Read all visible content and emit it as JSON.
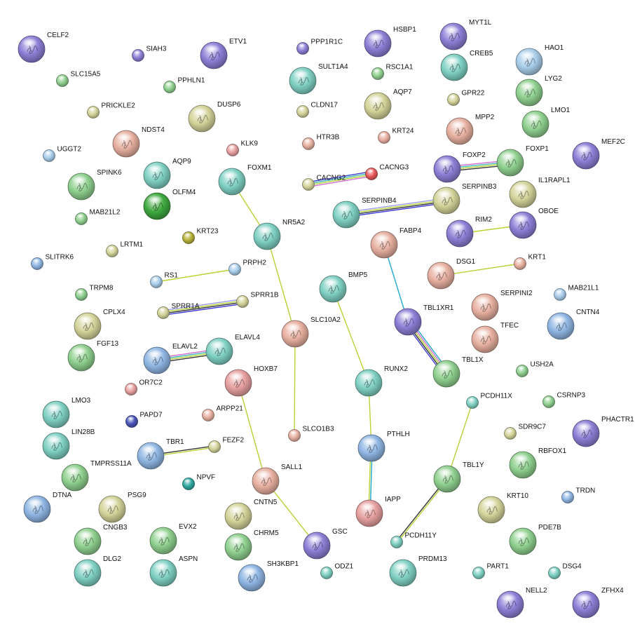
{
  "colors": {
    "purple": "#8c7fd6",
    "teal": "#7fd0c3",
    "green": "#8fd08f",
    "olive": "#d3d39a",
    "salmon": "#e7b0a0",
    "blue": "#8fb6e3",
    "red": "#e85a5a",
    "darkgreen": "#3fa93f",
    "navy": "#4a55b8",
    "darkolive": "#b8b23a",
    "darkteal": "#2fa8a0",
    "lightblue": "#a9cdea",
    "rose": "#e7a0a0"
  },
  "nodes": [
    {
      "id": "CELF2",
      "label": "CELF2",
      "color": "purple",
      "big": true
    },
    {
      "id": "SIAH3",
      "label": "SIAH3",
      "color": "purple",
      "big": false
    },
    {
      "id": "ETV1",
      "label": "ETV1",
      "color": "purple",
      "big": true
    },
    {
      "id": "PPP1R1C",
      "label": "PPP1R1C",
      "color": "purple",
      "big": false
    },
    {
      "id": "HSBP1",
      "label": "HSBP1",
      "color": "purple",
      "big": true
    },
    {
      "id": "MYT1L",
      "label": "MYT1L",
      "color": "purple",
      "big": true
    },
    {
      "id": "SLC15A5",
      "label": "SLC15A5",
      "color": "green",
      "big": false
    },
    {
      "id": "PPHLN1",
      "label": "PPHLN1",
      "color": "green",
      "big": false
    },
    {
      "id": "SULT1A4",
      "label": "SULT1A4",
      "color": "teal",
      "big": true
    },
    {
      "id": "RSC1A1",
      "label": "RSC1A1",
      "color": "green",
      "big": false
    },
    {
      "id": "CREB5",
      "label": "CREB5",
      "color": "teal",
      "big": true
    },
    {
      "id": "HAO1",
      "label": "HAO1",
      "color": "lightblue",
      "big": true
    },
    {
      "id": "PRICKLE2",
      "label": "PRICKLE2",
      "color": "olive",
      "big": false
    },
    {
      "id": "DUSP6",
      "label": "DUSP6",
      "color": "olive",
      "big": true
    },
    {
      "id": "CLDN17",
      "label": "CLDN17",
      "color": "olive",
      "big": false
    },
    {
      "id": "AQP7",
      "label": "AQP7",
      "color": "olive",
      "big": true
    },
    {
      "id": "GPR22",
      "label": "GPR22",
      "color": "olive",
      "big": false
    },
    {
      "id": "LYG2",
      "label": "LYG2",
      "color": "green",
      "big": true
    },
    {
      "id": "NDST4",
      "label": "NDST4",
      "color": "salmon",
      "big": true
    },
    {
      "id": "HTR3B",
      "label": "HTR3B",
      "color": "salmon",
      "big": false
    },
    {
      "id": "KRT24",
      "label": "KRT24",
      "color": "salmon",
      "big": false
    },
    {
      "id": "MPP2",
      "label": "MPP2",
      "color": "salmon",
      "big": true
    },
    {
      "id": "LMO1",
      "label": "LMO1",
      "color": "green",
      "big": true
    },
    {
      "id": "UGGT2",
      "label": "UGGT2",
      "color": "lightblue",
      "big": false
    },
    {
      "id": "KLK9",
      "label": "KLK9",
      "color": "rose",
      "big": false
    },
    {
      "id": "MEF2C",
      "label": "MEF2C",
      "color": "purple",
      "big": true
    },
    {
      "id": "AQP9",
      "label": "AQP9",
      "color": "teal",
      "big": true
    },
    {
      "id": "FOXM1",
      "label": "FOXM1",
      "color": "teal",
      "big": true
    },
    {
      "id": "FOXP2",
      "label": "FOXP2",
      "color": "purple",
      "big": true
    },
    {
      "id": "FOXP1",
      "label": "FOXP1",
      "color": "green",
      "big": true
    },
    {
      "id": "SPINK6",
      "label": "SPINK6",
      "color": "green",
      "big": true
    },
    {
      "id": "CACNG2",
      "label": "CACNG2",
      "color": "olive",
      "big": false
    },
    {
      "id": "CACNG3",
      "label": "CACNG3",
      "color": "red",
      "big": false
    },
    {
      "id": "OLFM4",
      "label": "OLFM4",
      "color": "darkgreen",
      "big": true
    },
    {
      "id": "IL1RAPL1",
      "label": "IL1RAPL1",
      "color": "olive",
      "big": true
    },
    {
      "id": "SERPINB3",
      "label": "SERPINB3",
      "color": "olive",
      "big": true
    },
    {
      "id": "MAB21L2",
      "label": "MAB21L2",
      "color": "green",
      "big": false
    },
    {
      "id": "SERPINB4",
      "label": "SERPINB4",
      "color": "teal",
      "big": true
    },
    {
      "id": "NR5A2",
      "label": "NR5A2",
      "color": "teal",
      "big": true
    },
    {
      "id": "KRT23",
      "label": "KRT23",
      "color": "darkolive",
      "big": false
    },
    {
      "id": "OBOE",
      "label": "OBOE",
      "color": "purple",
      "big": true
    },
    {
      "id": "RIM2",
      "label": "RIM2",
      "color": "purple",
      "big": true
    },
    {
      "id": "LRTM1",
      "label": "LRTM1",
      "color": "olive",
      "big": false
    },
    {
      "id": "FABP4",
      "label": "FABP4",
      "color": "salmon",
      "big": true
    },
    {
      "id": "SLITRK6",
      "label": "SLITRK6",
      "color": "blue",
      "big": false
    },
    {
      "id": "RS1",
      "label": "RS1",
      "color": "lightblue",
      "big": false
    },
    {
      "id": "PRPH2",
      "label": "PRPH2",
      "color": "lightblue",
      "big": false
    },
    {
      "id": "DSG1",
      "label": "DSG1",
      "color": "salmon",
      "big": true
    },
    {
      "id": "KRT1",
      "label": "KRT1",
      "color": "salmon",
      "big": false
    },
    {
      "id": "BMP5",
      "label": "BMP5",
      "color": "teal",
      "big": true
    },
    {
      "id": "TRPM8",
      "label": "TRPM8",
      "color": "green",
      "big": false
    },
    {
      "id": "SPRR1B",
      "label": "SPRR1B",
      "color": "olive",
      "big": false
    },
    {
      "id": "MAB21L1",
      "label": "MAB21L1",
      "color": "lightblue",
      "big": false
    },
    {
      "id": "SERPINI2",
      "label": "SERPINI2",
      "color": "salmon",
      "big": true
    },
    {
      "id": "SPRR1A",
      "label": "SPRR1A",
      "color": "olive",
      "big": false
    },
    {
      "id": "TBL1XR1",
      "label": "TBL1XR1",
      "color": "purple",
      "big": true
    },
    {
      "id": "CPLX4",
      "label": "CPLX4",
      "color": "olive",
      "big": true
    },
    {
      "id": "CNTN4",
      "label": "CNTN4",
      "color": "blue",
      "big": true
    },
    {
      "id": "SLC10A2",
      "label": "SLC10A2",
      "color": "salmon",
      "big": true
    },
    {
      "id": "TFEC",
      "label": "TFEC",
      "color": "salmon",
      "big": true
    },
    {
      "id": "FGF13",
      "label": "FGF13",
      "color": "green",
      "big": true
    },
    {
      "id": "ELAVL4",
      "label": "ELAVL4",
      "color": "teal",
      "big": true
    },
    {
      "id": "ELAVL2",
      "label": "ELAVL2",
      "color": "blue",
      "big": true
    },
    {
      "id": "TBL1X",
      "label": "TBL1X",
      "color": "green",
      "big": true
    },
    {
      "id": "USH2A",
      "label": "USH2A",
      "color": "green",
      "big": false
    },
    {
      "id": "RUNX2",
      "label": "RUNX2",
      "color": "teal",
      "big": true
    },
    {
      "id": "HOXB7",
      "label": "HOXB7",
      "color": "rose",
      "big": true
    },
    {
      "id": "OR7C2",
      "label": "OR7C2",
      "color": "rose",
      "big": false
    },
    {
      "id": "PCDH11X",
      "label": "PCDH11X",
      "color": "teal",
      "big": false
    },
    {
      "id": "CSRNP3",
      "label": "CSRNP3",
      "color": "green",
      "big": false
    },
    {
      "id": "LMO3",
      "label": "LMO3",
      "color": "teal",
      "big": true
    },
    {
      "id": "ARPP21",
      "label": "ARPP21",
      "color": "salmon",
      "big": false
    },
    {
      "id": "PAPD7",
      "label": "PAPD7",
      "color": "navy",
      "big": false
    },
    {
      "id": "SDR9C7",
      "label": "SDR9C7",
      "color": "olive",
      "big": false
    },
    {
      "id": "PHACTR1",
      "label": "PHACTR1",
      "color": "purple",
      "big": true
    },
    {
      "id": "LIN28B",
      "label": "LIN28B",
      "color": "teal",
      "big": true
    },
    {
      "id": "SLCO1B3",
      "label": "SLCO1B3",
      "color": "salmon",
      "big": false
    },
    {
      "id": "FEZF2",
      "label": "FEZF2",
      "color": "olive",
      "big": false
    },
    {
      "id": "TBR1",
      "label": "TBR1",
      "color": "blue",
      "big": true
    },
    {
      "id": "PTHLH",
      "label": "PTHLH",
      "color": "blue",
      "big": true
    },
    {
      "id": "RBFOX1",
      "label": "RBFOX1",
      "color": "green",
      "big": true
    },
    {
      "id": "TMPRSS11A",
      "label": "TMPRSS11A",
      "color": "green",
      "big": true
    },
    {
      "id": "NPVF",
      "label": "NPVF",
      "color": "darkteal",
      "big": false
    },
    {
      "id": "SALL1",
      "label": "SALL1",
      "color": "salmon",
      "big": true
    },
    {
      "id": "TBL1Y",
      "label": "TBL1Y",
      "color": "green",
      "big": true
    },
    {
      "id": "TRDN",
      "label": "TRDN",
      "color": "blue",
      "big": false
    },
    {
      "id": "DTNA",
      "label": "DTNA",
      "color": "blue",
      "big": true
    },
    {
      "id": "PSG9",
      "label": "PSG9",
      "color": "olive",
      "big": true
    },
    {
      "id": "IAPP",
      "label": "IAPP",
      "color": "rose",
      "big": true
    },
    {
      "id": "KRT10",
      "label": "KRT10",
      "color": "olive",
      "big": true
    },
    {
      "id": "CNTN5",
      "label": "CNTN5",
      "color": "olive",
      "big": true
    },
    {
      "id": "CNGB3",
      "label": "CNGB3",
      "color": "green",
      "big": true
    },
    {
      "id": "EVX2",
      "label": "EVX2",
      "color": "green",
      "big": true
    },
    {
      "id": "CHRM5",
      "label": "CHRM5",
      "color": "green",
      "big": true
    },
    {
      "id": "GSC",
      "label": "GSC",
      "color": "purple",
      "big": true
    },
    {
      "id": "PCDH11Y",
      "label": "PCDH11Y",
      "color": "teal",
      "big": false
    },
    {
      "id": "PDE7B",
      "label": "PDE7B",
      "color": "green",
      "big": true
    },
    {
      "id": "DLG2",
      "label": "DLG2",
      "color": "teal",
      "big": true
    },
    {
      "id": "ASPN",
      "label": "ASPN",
      "color": "teal",
      "big": true
    },
    {
      "id": "SH3KBP1",
      "label": "SH3KBP1",
      "color": "blue",
      "big": true
    },
    {
      "id": "ODZ1",
      "label": "ODZ1",
      "color": "teal",
      "big": false
    },
    {
      "id": "PRDM13",
      "label": "PRDM13",
      "color": "teal",
      "big": true
    },
    {
      "id": "PART1",
      "label": "PART1",
      "color": "teal",
      "big": false
    },
    {
      "id": "DSG4",
      "label": "DSG4",
      "color": "teal",
      "big": false
    },
    {
      "id": "NELL2",
      "label": "NELL2",
      "color": "purple",
      "big": true
    },
    {
      "id": "ZFHX4",
      "label": "ZFHX4",
      "color": "purple",
      "big": true
    }
  ],
  "edges": [
    {
      "a": "FOXM1",
      "b": "NR5A2",
      "colors": [
        "#b5d334"
      ]
    },
    {
      "a": "NR5A2",
      "b": "SLC10A2",
      "colors": [
        "#b5d334"
      ]
    },
    {
      "a": "SLC10A2",
      "b": "SLCO1B3",
      "colors": [
        "#b5d334"
      ]
    },
    {
      "a": "CACNG2",
      "b": "CACNG3",
      "colors": [
        "#3a3ad6",
        "#3fb8b8",
        "#b5d334",
        "#d06bd0"
      ]
    },
    {
      "a": "FOXP2",
      "b": "FOXP1",
      "colors": [
        "#d06bd0",
        "#3fb8b8",
        "#b5d334",
        "#333333"
      ]
    },
    {
      "a": "SERPINB4",
      "b": "SERPINB3",
      "colors": [
        "#9a9ae8",
        "#b5d334",
        "#333333",
        "#3a3ad6"
      ]
    },
    {
      "a": "RIM2",
      "b": "OBOE",
      "colors": [
        "#b5d334"
      ]
    },
    {
      "a": "RS1",
      "b": "PRPH2",
      "colors": [
        "#b5d334"
      ]
    },
    {
      "a": "DSG1",
      "b": "KRT1",
      "colors": [
        "#b5d334"
      ]
    },
    {
      "a": "SPRR1A",
      "b": "SPRR1B",
      "colors": [
        "#9a9ae8",
        "#b5d334",
        "#333333",
        "#3a3ad6"
      ]
    },
    {
      "a": "FABP4",
      "b": "TBL1XR1",
      "colors": [
        "#1ea8cf"
      ]
    },
    {
      "a": "TBL1XR1",
      "b": "TBL1X",
      "colors": [
        "#1ea8cf",
        "#d06bd0",
        "#b5d334",
        "#333333",
        "#3a3ad6"
      ]
    },
    {
      "a": "ELAVL2",
      "b": "ELAVL4",
      "colors": [
        "#d06bd0",
        "#3fb8b8",
        "#b5d334",
        "#333333"
      ]
    },
    {
      "a": "BMP5",
      "b": "RUNX2",
      "colors": [
        "#b5d334"
      ]
    },
    {
      "a": "RUNX2",
      "b": "PTHLH",
      "colors": [
        "#b5d334"
      ]
    },
    {
      "a": "PTHLH",
      "b": "IAPP",
      "colors": [
        "#1ea8cf",
        "#b5d334"
      ]
    },
    {
      "a": "HOXB7",
      "b": "SALL1",
      "colors": [
        "#b5d334"
      ]
    },
    {
      "a": "SALL1",
      "b": "GSC",
      "colors": [
        "#b5d334"
      ]
    },
    {
      "a": "TBR1",
      "b": "FEZF2",
      "colors": [
        "#333333",
        "#b5d334"
      ]
    },
    {
      "a": "PCDH11X",
      "b": "TBL1Y",
      "colors": [
        "#b5d334"
      ]
    },
    {
      "a": "TBL1Y",
      "b": "PCDH11Y",
      "colors": [
        "#b5d334",
        "#333333"
      ]
    }
  ]
}
